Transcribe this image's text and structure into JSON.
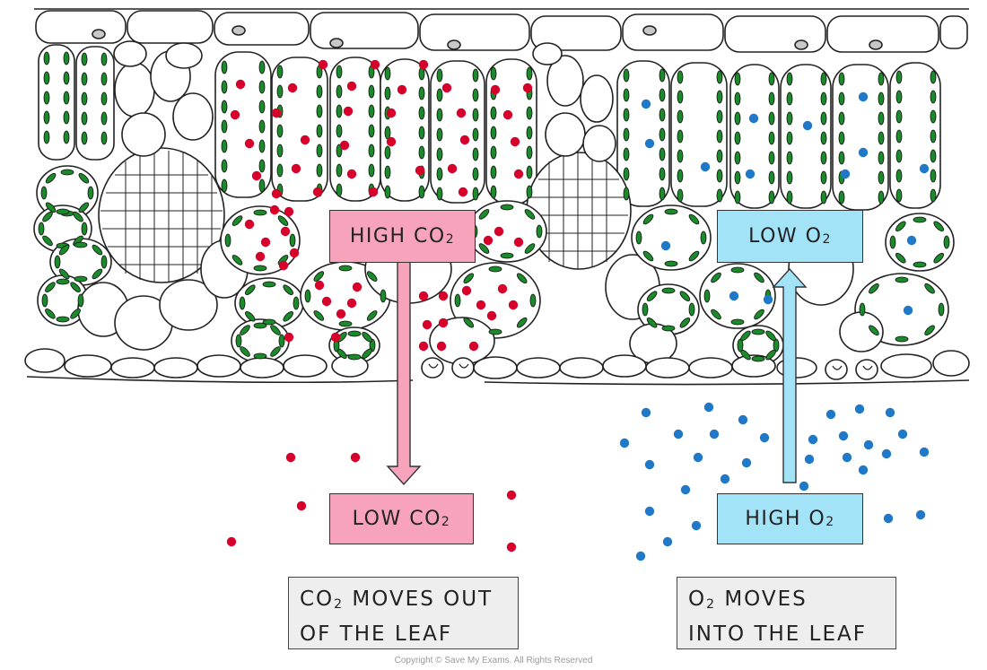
{
  "diagram": {
    "colors": {
      "co2_particle": "#d6002a",
      "o2_particle": "#1f78c8",
      "chloroplast": "#1a8a2a",
      "nucleus": "#c8c8c8",
      "outline": "#222222",
      "high_co2_box": "#f7a3bb",
      "low_o2_box": "#a3e3f8",
      "note_box": "#eeeeee"
    },
    "labels": {
      "high_co2": {
        "text": "HIGH  CO",
        "sub": "2"
      },
      "low_co2": {
        "text": "LOW  CO",
        "sub": "2"
      },
      "low_o2": {
        "text": "LOW  O",
        "sub": "2"
      },
      "high_o2": {
        "text": "HIGH  O",
        "sub": "2"
      }
    },
    "notes": {
      "co2_out": {
        "line1_a": "CO",
        "line1_sub": "2",
        "line1_b": " MOVES  OUT",
        "line2": "OF  THE  LEAF"
      },
      "o2_in": {
        "line1_a": "O",
        "line1_sub": "2",
        "line1_b": "  MOVES",
        "line2": "INTO  THE  LEAF"
      }
    },
    "arrows": {
      "co2_arrow": "co2-out-of-leaf-arrow",
      "o2_arrow": "o2-into-leaf-arrow"
    },
    "copyright": "Copyright © Save My Exams. All Rights Reserved"
  }
}
